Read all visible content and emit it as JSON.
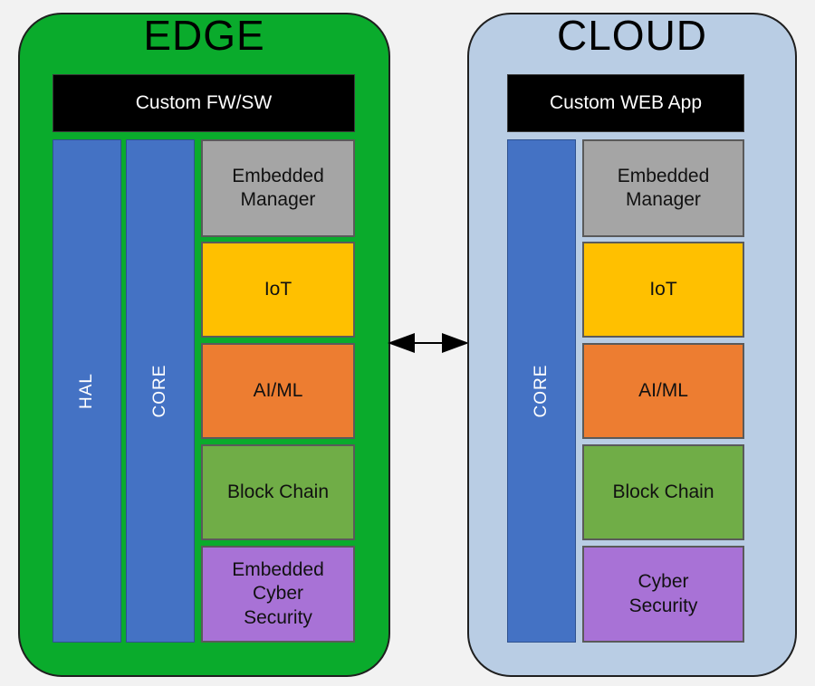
{
  "edge": {
    "title": "EDGE",
    "top_bar": "Custom FW/SW",
    "vertical_bars": [
      "HAL",
      "CORE"
    ],
    "blocks": [
      "Embedded\nManager",
      "IoT",
      "AI/ML",
      "Block Chain",
      "Embedded\nCyber\nSecurity"
    ]
  },
  "cloud": {
    "title": "CLOUD",
    "top_bar": "Custom WEB App",
    "vertical_bars": [
      "CORE"
    ],
    "blocks": [
      "Embedded\nManager",
      "IoT",
      "AI/ML",
      "Block Chain",
      "Cyber\nSecurity"
    ]
  },
  "colors": {
    "edge_panel": "#0aab2c",
    "cloud_panel": "#b9cde4",
    "core_blue": "#4472c4",
    "manager_gray": "#a5a5a5",
    "iot_yellow": "#ffc000",
    "aiml_orange": "#ed7d31",
    "blockchain_green": "#70ad47",
    "security_purple": "#a872d6"
  },
  "connector": "bidirectional-arrow"
}
